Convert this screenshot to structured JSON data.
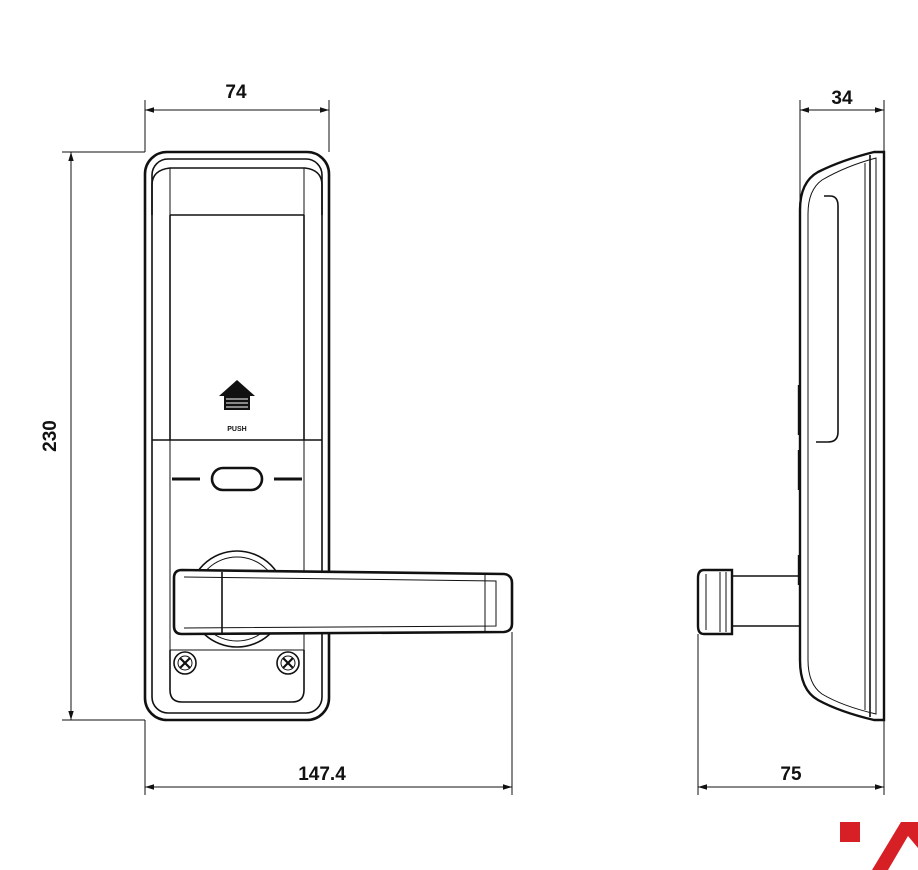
{
  "dimensions": {
    "front_width": "74",
    "front_height": "230",
    "overall_width": "147.4",
    "side_depth": "34",
    "side_overall": "75"
  },
  "panel_label": "PUSH",
  "logo": {
    "color": "#d71f26"
  }
}
